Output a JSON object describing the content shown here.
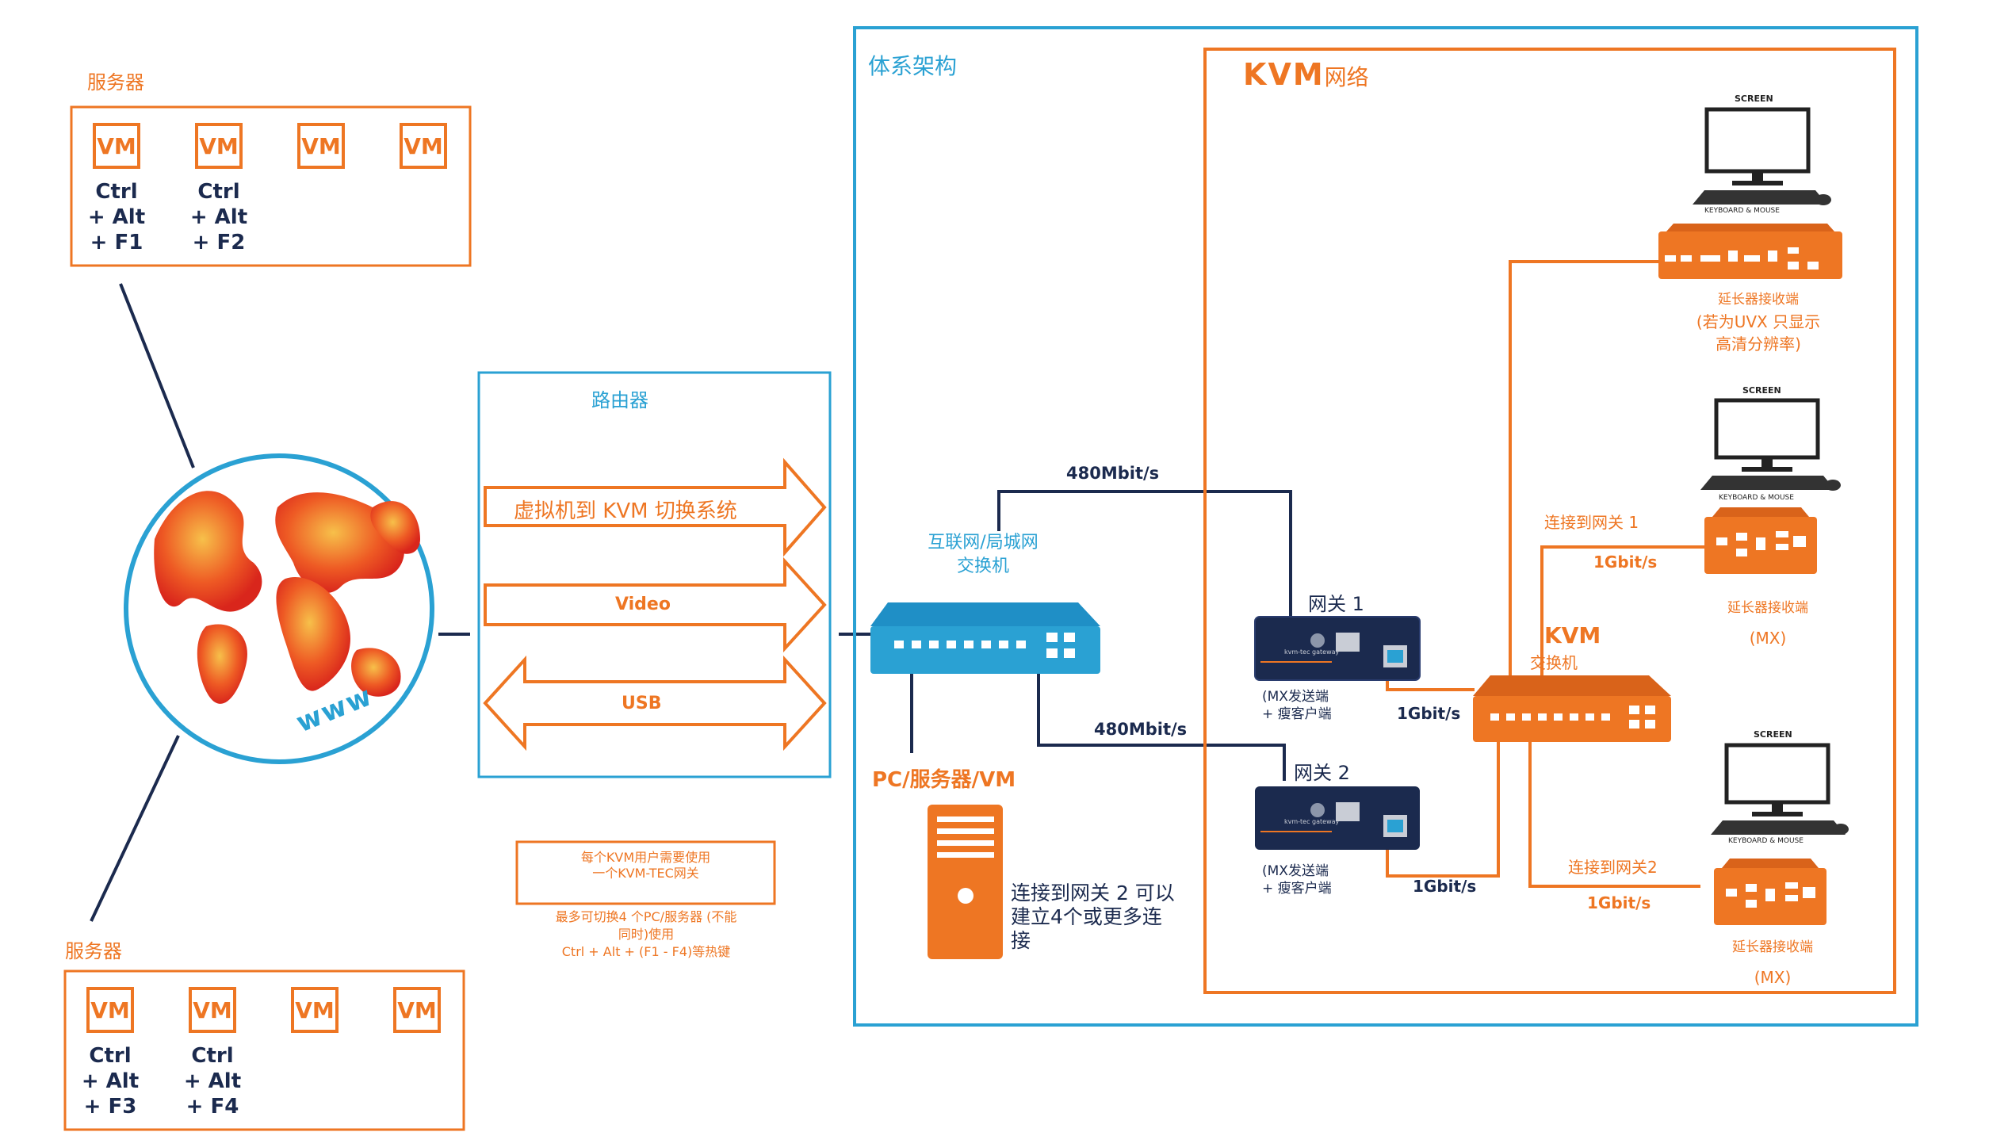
{
  "servers_top": {
    "title": "服务器",
    "vms": [
      "VM",
      "VM",
      "VM",
      "VM"
    ],
    "hotkeys": [
      "Ctrl\n+ Alt\n+ F1",
      "Ctrl\n+ Alt\n+ F2"
    ]
  },
  "servers_bottom": {
    "title": "服务器",
    "vms": [
      "VM",
      "VM",
      "VM",
      "VM"
    ],
    "hotkeys": [
      "Ctrl\n+ Alt\n+ F3",
      "Ctrl\n+ Alt\n+ F4"
    ]
  },
  "globe": {
    "label": "www"
  },
  "router": {
    "title": "路由器",
    "arrows": [
      "虚拟机到 KVM 切换系统",
      "Video",
      "USB"
    ]
  },
  "note": {
    "box_line1": "每个KVM用户需要使用",
    "box_line2": "一个KVM-TEC网关",
    "line1": "最多可切换4 个PC/服务器 (不能",
    "line2": "同时)使用",
    "line3": "Ctrl + Alt + (F1 - F4)等热键"
  },
  "architecture": {
    "title": "体系架构",
    "lan_switch_line1": "互联网/局城网",
    "lan_switch_line2": "交换机",
    "speed_top": "480Mbit/s",
    "speed_bottom": "480Mbit/s",
    "pc_title": "PC/服务器/VM",
    "pc_note_line1": "连接到网关 2 可以",
    "pc_note_line2": "建立4个或更多连",
    "pc_note_line3": "接"
  },
  "kvm_network": {
    "title_kvm": "KVM",
    "title_rest": "网络",
    "gateway1": {
      "label": "网关 1",
      "desc1": "(MX发送端",
      "desc2": "+ 瘦客户端",
      "speed": "1Gbit/s",
      "device_text": "kvm-tec gateway"
    },
    "gateway2": {
      "label": "网关 2",
      "desc1": "(MX发送端",
      "desc2": "+ 瘦客户端",
      "speed": "1Gbit/s",
      "device_text": "kvm-tec gateway"
    },
    "kvm_switch": {
      "title": "KVM",
      "subtitle": "交换机"
    },
    "receivers": [
      {
        "screen": "SCREEN",
        "keyboard": "KEYBOARD & MOUSE",
        "line1": "延长器接收端",
        "line2": "(若为UVX 只显示",
        "line3": "高清分辨率)"
      },
      {
        "screen": "SCREEN",
        "keyboard": "KEYBOARD & MOUSE",
        "line1": "延长器接收端",
        "line2": "(MX)",
        "connect": "连接到网关 1",
        "speed": "1Gbit/s"
      },
      {
        "screen": "SCREEN",
        "keyboard": "KEYBOARD & MOUSE",
        "line1": "延长器接收端",
        "line2": "(MX)",
        "connect": "连接到网关2",
        "speed": "1Gbit/s"
      }
    ]
  },
  "colors": {
    "orange": "#ee7623",
    "blue": "#2aa1d3",
    "navy": "#1b2a4e"
  }
}
